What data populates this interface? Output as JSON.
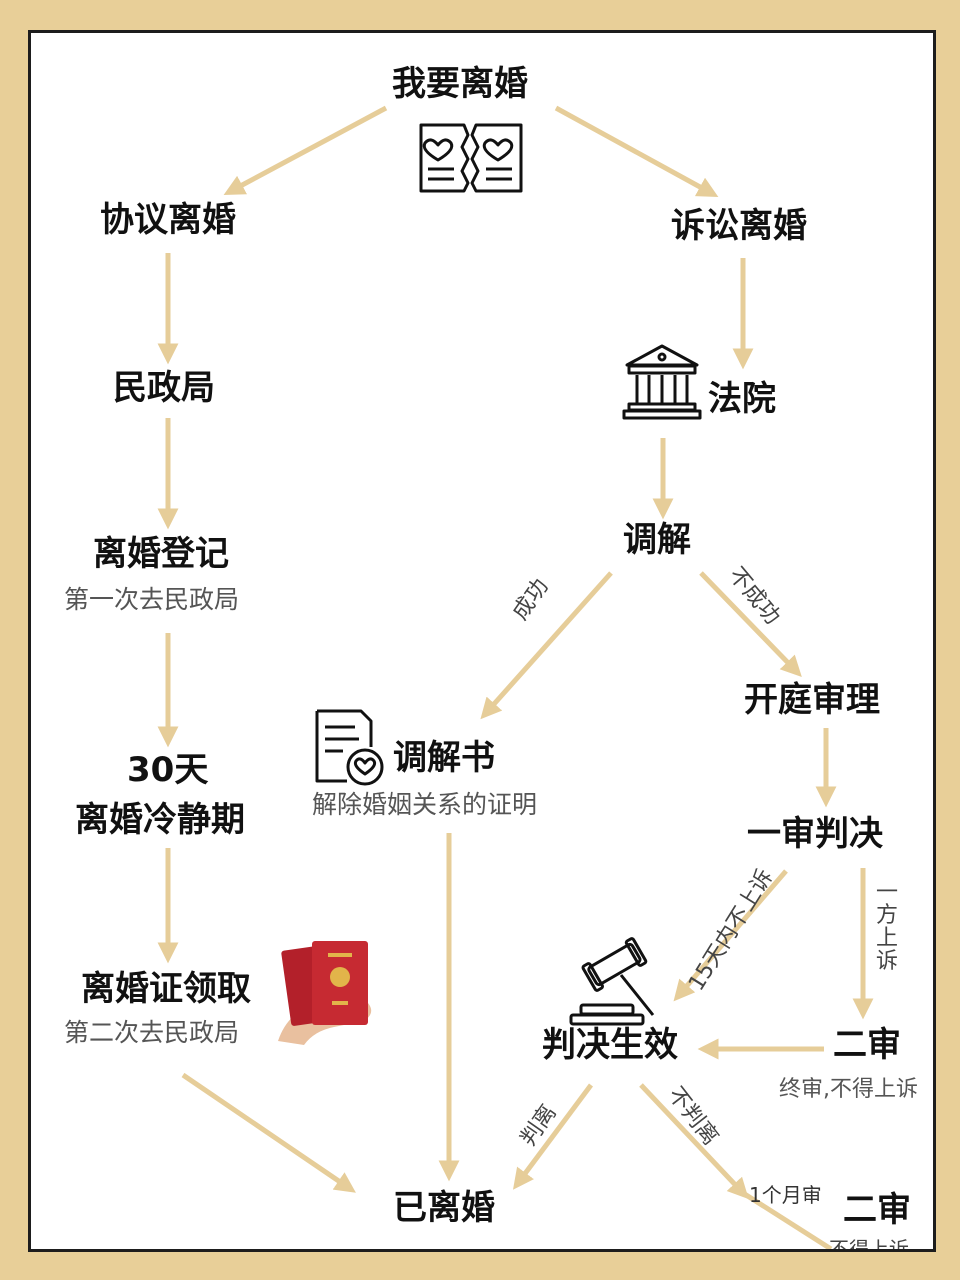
{
  "nodes": {
    "start": "我要离婚",
    "agreement": "协议离婚",
    "litigation": "诉讼离婚",
    "civil_affairs": "民政局",
    "court": "法院",
    "registration": "离婚登记",
    "registration_note": "第一次去民政局",
    "mediation": "调解",
    "trial": "开庭审理",
    "cooling_days": "30天",
    "cooling_period": "离婚冷静期",
    "mediation_doc": "调解书",
    "mediation_doc_note": "解除婚姻关系的证明",
    "first_instance": "一审判决",
    "certificate": "离婚证领取",
    "certificate_note": "第二次去民政局",
    "effective": "判决生效",
    "second_instance": "二审",
    "second_note": "终审,不得上诉",
    "divorced": "已离婚",
    "second_instance_2": "二审",
    "bottom_partial_top": "1个月审",
    "bottom_partial_note": "不得上诉"
  },
  "edges": {
    "success": "成功",
    "fail": "不成功",
    "no_appeal": "15天内不上诉",
    "appeal": "一方上诉",
    "divorce_ruling": "判离",
    "no_divorce_ruling": "不判离"
  },
  "colors": {
    "arrow": "#e6cd99",
    "background": "#e8cf98",
    "panel": "#ffffff",
    "text": "#111111"
  },
  "icons": [
    "heart-document-icon",
    "courthouse-icon",
    "document-heart-icon",
    "gavel-icon",
    "marriage-certificate-photo"
  ]
}
